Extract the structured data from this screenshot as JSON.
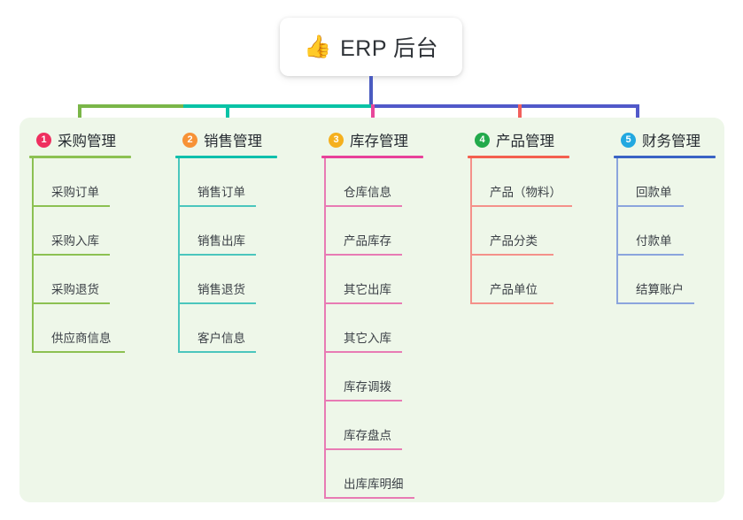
{
  "root": {
    "icon": "thumbs-up-icon",
    "emoji": "👍",
    "title": "ERP 后台"
  },
  "palette": {
    "panel_bg": "#eef7e9",
    "page_bg": "#ffffff",
    "trunk": "#4a5bc0",
    "bar_left": "#7ab648",
    "bar_mid": "#09c3a6",
    "bar_right": "#5159c9",
    "text": "#3c4147",
    "heading_text": "#262b31"
  },
  "columns": [
    {
      "number": "1",
      "title": "采购管理",
      "badge_color": "#ef2f5f",
      "rule_color": "#8cc152",
      "line_color": "#8cc152",
      "rule_width": 115,
      "items": [
        {
          "label": "采购订单",
          "rule_width": 88
        },
        {
          "label": "采购入库",
          "rule_width": 88
        },
        {
          "label": "采购退货",
          "rule_width": 88
        },
        {
          "label": "供应商信息",
          "rule_width": 105
        }
      ]
    },
    {
      "number": "2",
      "title": "销售管理",
      "badge_color": "#f79236",
      "rule_color": "#0fc0ac",
      "line_color": "#4bc6bd",
      "rule_width": 115,
      "items": [
        {
          "label": "销售订单",
          "rule_width": 88
        },
        {
          "label": "销售出库",
          "rule_width": 88
        },
        {
          "label": "销售退货",
          "rule_width": 88
        },
        {
          "label": "客户信息",
          "rule_width": 88
        }
      ]
    },
    {
      "number": "3",
      "title": "库存管理",
      "badge_color": "#f5b01e",
      "rule_color": "#e8429a",
      "line_color": "#e87bb4",
      "rule_width": 115,
      "items": [
        {
          "label": "仓库信息",
          "rule_width": 88
        },
        {
          "label": "产品库存",
          "rule_width": 88
        },
        {
          "label": "其它出库",
          "rule_width": 88
        },
        {
          "label": "其它入库",
          "rule_width": 88
        },
        {
          "label": "库存调拨",
          "rule_width": 88
        },
        {
          "label": "库存盘点",
          "rule_width": 88
        },
        {
          "label": "出库库明细",
          "rule_width": 102
        }
      ]
    },
    {
      "number": "4",
      "title": "产品管理",
      "badge_color": "#22aa4b",
      "rule_color": "#f4604f",
      "line_color": "#f4918a",
      "rule_width": 115,
      "items": [
        {
          "label": "产品（物料）",
          "rule_width": 115
        },
        {
          "label": "产品分类",
          "rule_width": 94
        },
        {
          "label": "产品单位",
          "rule_width": 94
        }
      ]
    },
    {
      "number": "5",
      "title": "财务管理",
      "badge_color": "#22a8e0",
      "rule_color": "#3a63c4",
      "line_color": "#8ba5dd",
      "rule_width": 115,
      "items": [
        {
          "label": "回款单",
          "rule_width": 76
        },
        {
          "label": "付款单",
          "rule_width": 76
        },
        {
          "label": "结算账户",
          "rule_width": 88
        }
      ]
    }
  ]
}
